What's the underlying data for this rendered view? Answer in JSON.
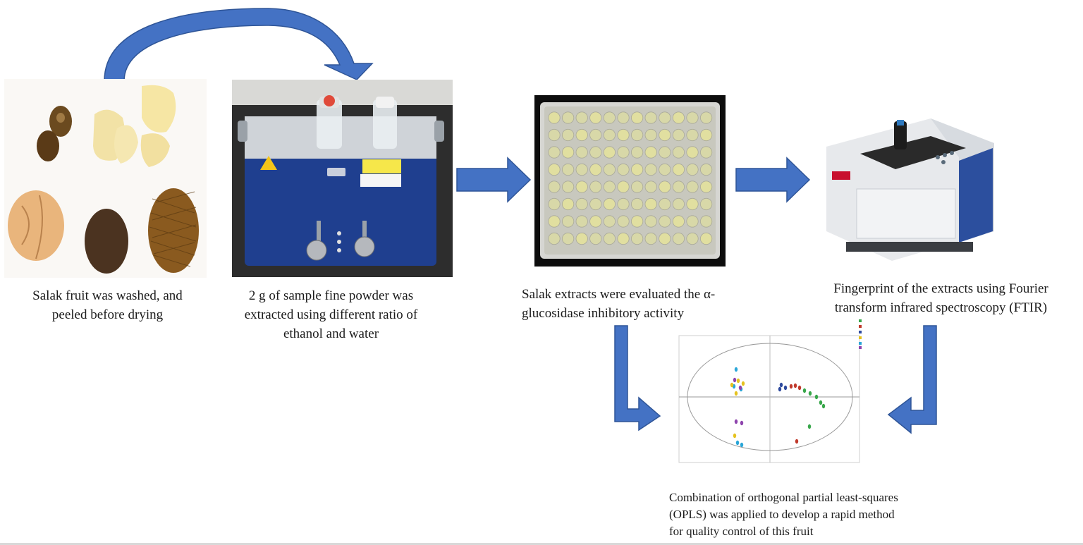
{
  "steps": [
    {
      "caption": "Salak fruit was washed, and\npeeled before drying",
      "image": "salak-fruit-photo"
    },
    {
      "caption": "2 g of sample fine powder was\nextracted using different ratio of\nethanol and water",
      "image": "ultrasonic-bath-photo"
    },
    {
      "caption": "Salak extracts were evaluated  the α-\nglucosidase inhibitory activity",
      "image": "96-well-plate-photo"
    },
    {
      "caption": "Fingerprint of  the extracts  using Fourier\ntransform infrared spectroscopy (FTIR)",
      "image": "ftir-spectrometer-photo"
    },
    {
      "caption": "Combination of orthogonal partial least-squares\n(OPLS) was applied to develop a rapid method\nfor quality control of this fruit",
      "image": "opls-score-plot"
    }
  ],
  "colors": {
    "arrow": "#4472c4",
    "arrow_dark": "#2f5597"
  }
}
